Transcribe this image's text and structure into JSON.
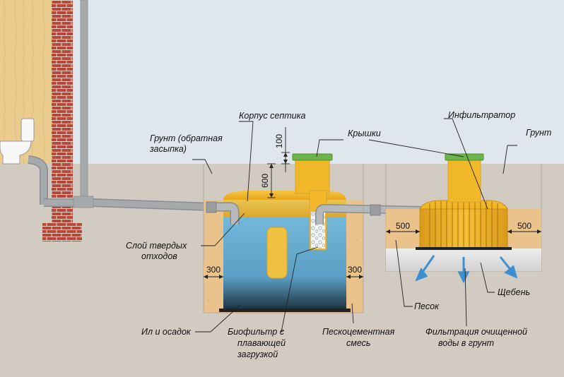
{
  "colors": {
    "sky": "#dfe7ec",
    "ground": "#d2cbc2",
    "house_wall": "#e9cc8e",
    "brick": "#b8473a",
    "pipe": "#a7aaad",
    "septic_body": "#f1b92a",
    "water": "#5fa9cf",
    "lid": "#6db54a",
    "backfill": "#e9c28c",
    "crushed_stone": "#e5e5e5",
    "filtration_arrows": "#3c8fd1"
  },
  "labels": {
    "septic_body": "Корпус септика",
    "backfill_line1": "Грунт (обратная",
    "backfill_line2": "засыпка)",
    "lids": "Крышки",
    "infiltrator": "Инфильтратор",
    "soil": "Грунт",
    "solid_waste_line1": "Слой твердых",
    "solid_waste_line2": "отходов",
    "silt": "Ил и осадок",
    "biofilter_line1": "Биофильтр с",
    "biofilter_line2": "плавающей",
    "biofilter_line3": "загрузкой",
    "sand_cement_line1": "Пескоцементная",
    "sand_cement_line2": "смесь",
    "sand": "Песок",
    "crushed_stone": "Щебень",
    "filtration_line1": "Фильтрация очищенной",
    "filtration_line2": "воды в грунт"
  },
  "dimensions": {
    "lid_height": "100",
    "depth": "600",
    "wall_left": "300",
    "wall_right": "300",
    "infiltrator_left": "500",
    "infiltrator_right": "500"
  }
}
